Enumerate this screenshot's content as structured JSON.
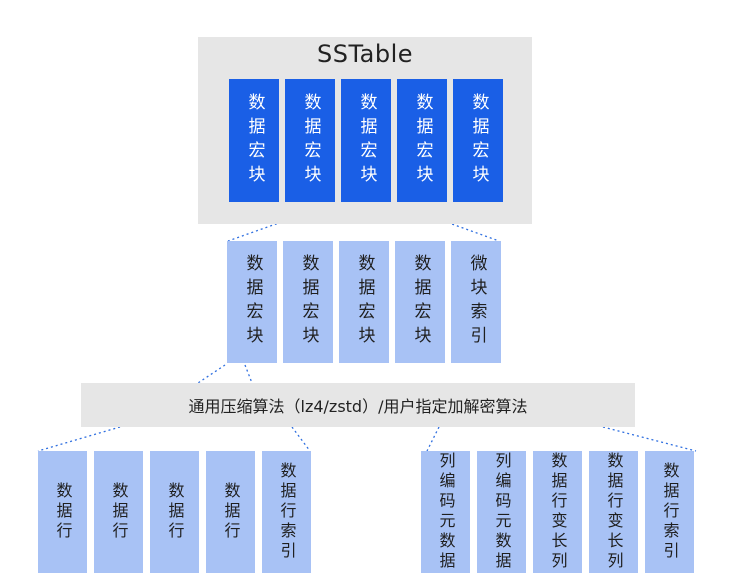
{
  "sstable": {
    "title": "SSTable",
    "macro_blocks": [
      "数据宏块",
      "数据宏块",
      "数据宏块",
      "数据宏块",
      "数据宏块"
    ]
  },
  "macro_block_detail": {
    "items": [
      "数据宏块",
      "数据宏块",
      "数据宏块",
      "数据宏块",
      "微块索引"
    ]
  },
  "compression": {
    "label": "通用压缩算法（lz4/zstd）/用户指定加解密算法"
  },
  "row_blocks": {
    "items": [
      "数据行",
      "数据行",
      "数据行",
      "数据行",
      "数据行索引"
    ]
  },
  "column_blocks": {
    "items": [
      "列编码元数据",
      "列编码元数据",
      "数据行变长列",
      "数据行变长列",
      "数据行索引"
    ]
  },
  "colors": {
    "dark_block": "#1a5fe6",
    "light_block": "#a8c2f5",
    "container": "#e6e6e6",
    "connector": "#2f6fe0"
  }
}
